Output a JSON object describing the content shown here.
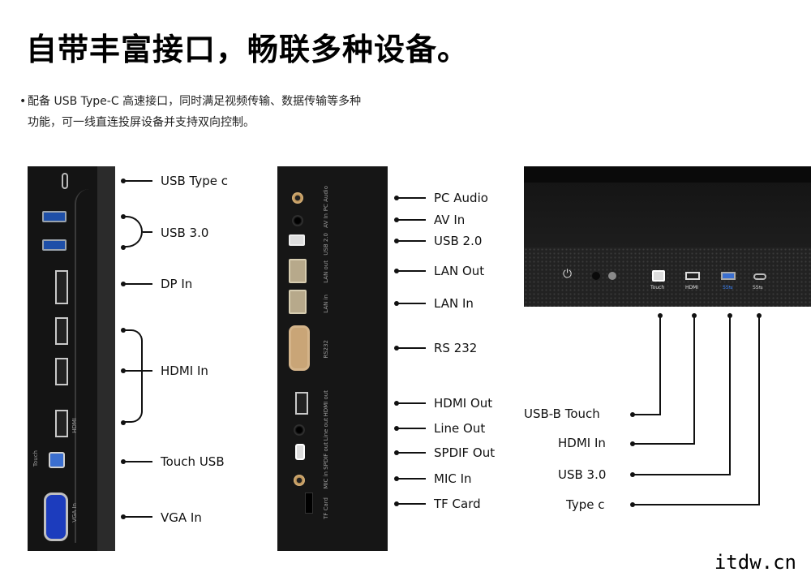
{
  "headline": "自带丰富接口，畅联多种设备。",
  "description": {
    "line1": "配备 USB Type-C 高速接口，同时满足视频传输、数据传输等多种",
    "line2": "功能，可一线直连投屏设备并支持双向控制。"
  },
  "left_panel": {
    "callouts": [
      "USB Type c",
      "USB 3.0",
      "DP In",
      "HDMI In",
      "Touch USB",
      "VGA In"
    ],
    "panel_text": [
      "HDMI",
      "Touch",
      "VGA In"
    ]
  },
  "mid_panel": {
    "callouts": [
      "PC Audio",
      "AV In",
      "USB 2.0",
      "LAN Out",
      "LAN In",
      "RS 232",
      "HDMI Out",
      "Line Out",
      "SPDIF Out",
      "MIC In",
      "TF Card"
    ],
    "panel_text": [
      "PC Audio",
      "AV In",
      "USB 2.0",
      "LAN out",
      "LAN in",
      "RS232",
      "HDMI out",
      "Line out",
      "SPDIF out",
      "MIC in",
      "TF Card"
    ]
  },
  "right_panel": {
    "callouts": [
      "USB-B Touch",
      "HDMI In",
      "USB 3.0",
      "Type c"
    ],
    "port_labels": [
      "Touch",
      "HDMI"
    ]
  },
  "watermark": "itdw.cn",
  "icons": [
    "bullet-dot",
    "power-icon",
    "superspeed-usb-icon"
  ]
}
